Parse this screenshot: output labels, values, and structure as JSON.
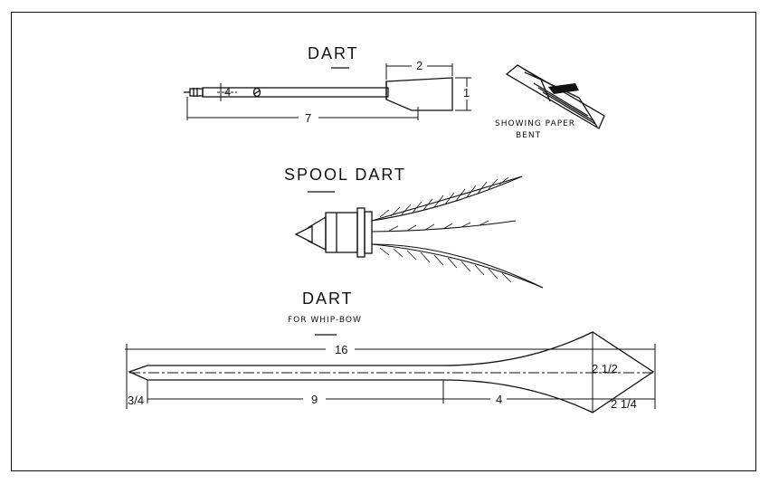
{
  "top_dart": {
    "title": "DART",
    "dim_length": "7",
    "dim_fin_length": "2",
    "dim_fin_height": "1",
    "dim_shaft": "4",
    "caption_line1": "SHOWING PAPER",
    "caption_line2": "BENT"
  },
  "spool_dart": {
    "title": "SPOOL DART"
  },
  "whip_dart": {
    "title": "DART",
    "subtitle": "FOR WHIP-BOW",
    "dim_total": "16",
    "dim_shaft": "9",
    "dim_head": "4",
    "dim_tip": "3/4",
    "dim_width": "2 1/2",
    "dim_back": "2 1/4"
  }
}
